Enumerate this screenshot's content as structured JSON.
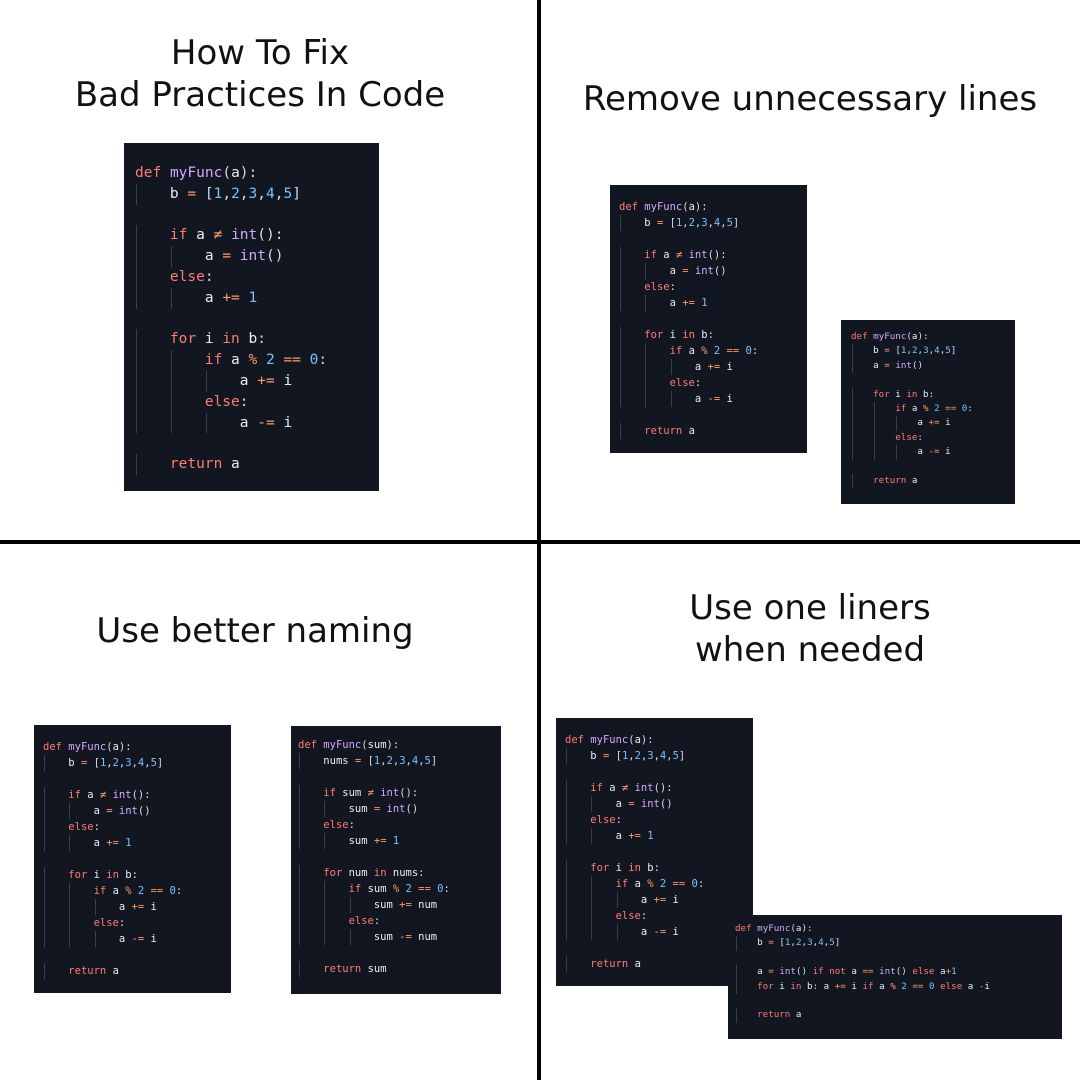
{
  "panels": {
    "top_left": {
      "title": "How To Fix\nBad Practices In Code"
    },
    "top_right": {
      "title": "Remove unnecessary lines"
    },
    "bottom_left": {
      "title": "Use better naming"
    },
    "bottom_right": {
      "title": "Use one liners\nwhen needed"
    }
  },
  "code": {
    "original": [
      "def myFunc(a):",
      "    b = [1,2,3,4,5]",
      "",
      "    if a ≠ int():",
      "        a = int()",
      "    else:",
      "        a += 1",
      "",
      "    for i in b:",
      "        if a % 2 == 0:",
      "            a += i",
      "        else:",
      "            a -= i",
      "",
      "    return a"
    ],
    "trimmed": [
      "def myFunc(a):",
      "    b = [1,2,3,4,5]",
      "    a = int()",
      "",
      "    for i in b:",
      "        if a % 2 == 0:",
      "            a += i",
      "        else:",
      "            a -= i",
      "",
      "    return a"
    ],
    "renamed": [
      "def myFunc(sum):",
      "    nums = [1,2,3,4,5]",
      "",
      "    if sum ≠ int():",
      "        sum = int()",
      "    else:",
      "        sum += 1",
      "",
      "    for num in nums:",
      "        if sum % 2 == 0:",
      "            sum += num",
      "        else:",
      "            sum -= num",
      "",
      "    return sum"
    ],
    "one_liner": [
      "def myFunc(a):",
      "    b = [1,2,3,4,5]",
      "",
      "    a = int() if not a == int() else a+1",
      "    for i in b: a += i if a % 2 == 0 else a -i",
      "",
      "    return a"
    ]
  },
  "colors": {
    "background": "#ffffff",
    "divider": "#000000",
    "code_background": "#121620",
    "keyword": "#ff7b72",
    "function": "#d2a8ff",
    "number": "#79c0ff",
    "operator": "#ff9a6b"
  }
}
